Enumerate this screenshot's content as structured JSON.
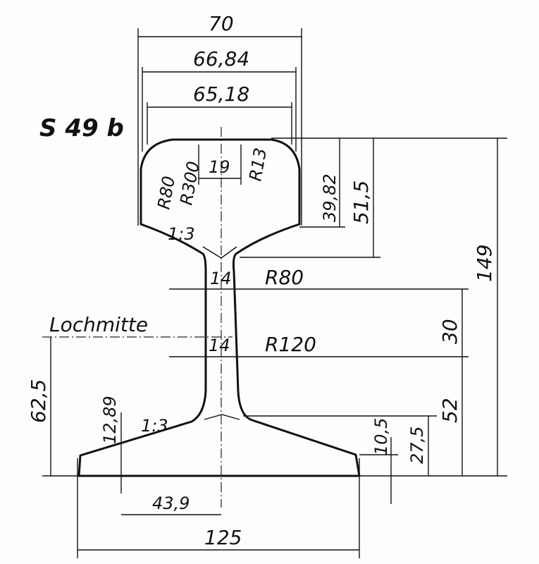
{
  "drawing": {
    "profile_name": "S 49 b",
    "hole_center_label": "Lochmitte",
    "head": {
      "width": "70",
      "width_2": "66,84",
      "width_3": "65,18",
      "radius_outer": "R80",
      "radius_top": "R300",
      "crown_width": "19",
      "radius_corner": "R13",
      "depth_1": "39,82",
      "depth_2": "51,5",
      "slope": "1:3"
    },
    "web": {
      "thickness_top": "14",
      "radius_top": "R80",
      "thickness_hole": "14",
      "radius_bottom": "R120",
      "spacing": "30"
    },
    "foot": {
      "slope": "1:3",
      "edge_height": "12,89",
      "height_to_hole": "62,5",
      "edge_thickness": "10,5",
      "flange_height": "27,5",
      "base_to_hole": "52",
      "half_width": "43,9",
      "width": "125"
    },
    "total_height": "149"
  }
}
